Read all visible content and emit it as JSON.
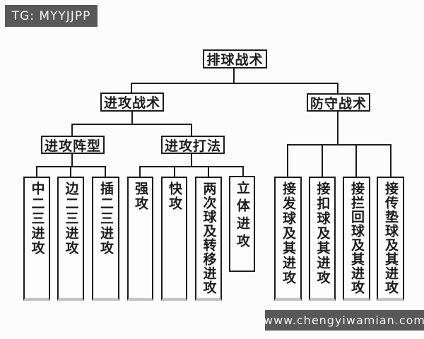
{
  "badges": {
    "tg": "TG: MYYJJPP",
    "watermark": "www.chengyiwamian.com"
  },
  "colors": {
    "line": "#1c1c1c",
    "badge_bg": "#585858",
    "badge_text": "#f5f5f5",
    "canvas_bg": "#fcfcfc",
    "faded_box_bottom": "#c4c4c4"
  },
  "tree": {
    "root": "排球战术",
    "level1": [
      {
        "id": "offense",
        "label": "进攻战术"
      },
      {
        "id": "defense",
        "label": "防守战术"
      }
    ],
    "offense_groups": [
      {
        "id": "formation",
        "label": "进攻阵型",
        "children": [
          "中二三进攻",
          "边二三进攻",
          "插二三进攻"
        ]
      },
      {
        "id": "playstyle",
        "label": "进攻打法",
        "children": [
          "强攻",
          "快攻",
          "两次球及转移进攻",
          "立体进攻"
        ]
      }
    ],
    "defense_children": [
      "接发球及其进攻",
      "接扣球及其进攻",
      "接拦回球及其进攻",
      "接传垫球及其进攻"
    ]
  }
}
